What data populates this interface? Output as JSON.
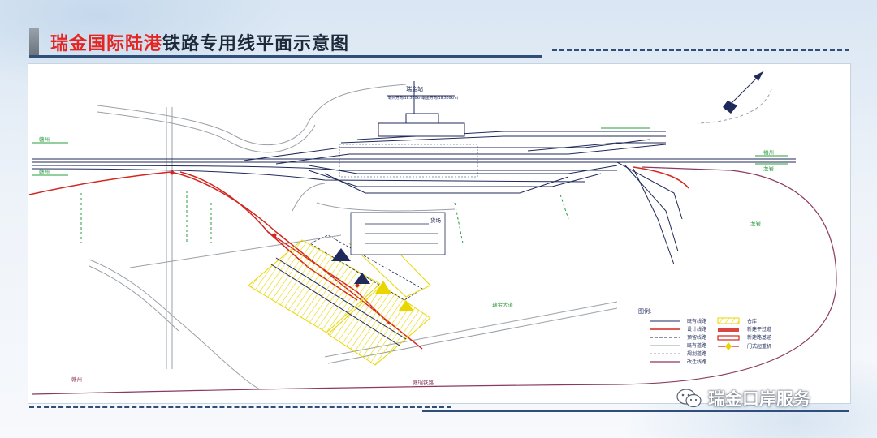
{
  "title": {
    "part1": "瑞金国际陆港",
    "part2": "铁路专用线平面示意图"
  },
  "station": {
    "name": "瑞金站",
    "left_note": "赣州方向(18.300km)",
    "right_note": "瑞金方向(18.300km)"
  },
  "place_labels": {
    "left_top": "赣州",
    "left_bottom": "赣州",
    "right_top": "福州",
    "right_bottom": "龙岩",
    "right_mid": "龙岩",
    "yard": "货场",
    "road": "瑞金大道",
    "bottom_left": "赣州",
    "bottom_mid": "赣瑞铁路"
  },
  "legend": {
    "title": "图例:",
    "items_left": [
      "既有线路",
      "设计线路",
      "预留线路",
      "既有道路",
      "规划道路",
      "改迁线路"
    ],
    "items_right": [
      "仓库",
      "新建平过道",
      "新建路基涵",
      "门式起重机"
    ]
  },
  "colors": {
    "red": "#d32620",
    "yellow": "#e9d600",
    "green": "#2a9c3f",
    "navy": "#1f2a5a",
    "gray": "#9aa0a6",
    "purple": "#8a3a5e"
  },
  "watermark": {
    "text": "瑞金口岸服务",
    "icon": "wechat-icon"
  }
}
